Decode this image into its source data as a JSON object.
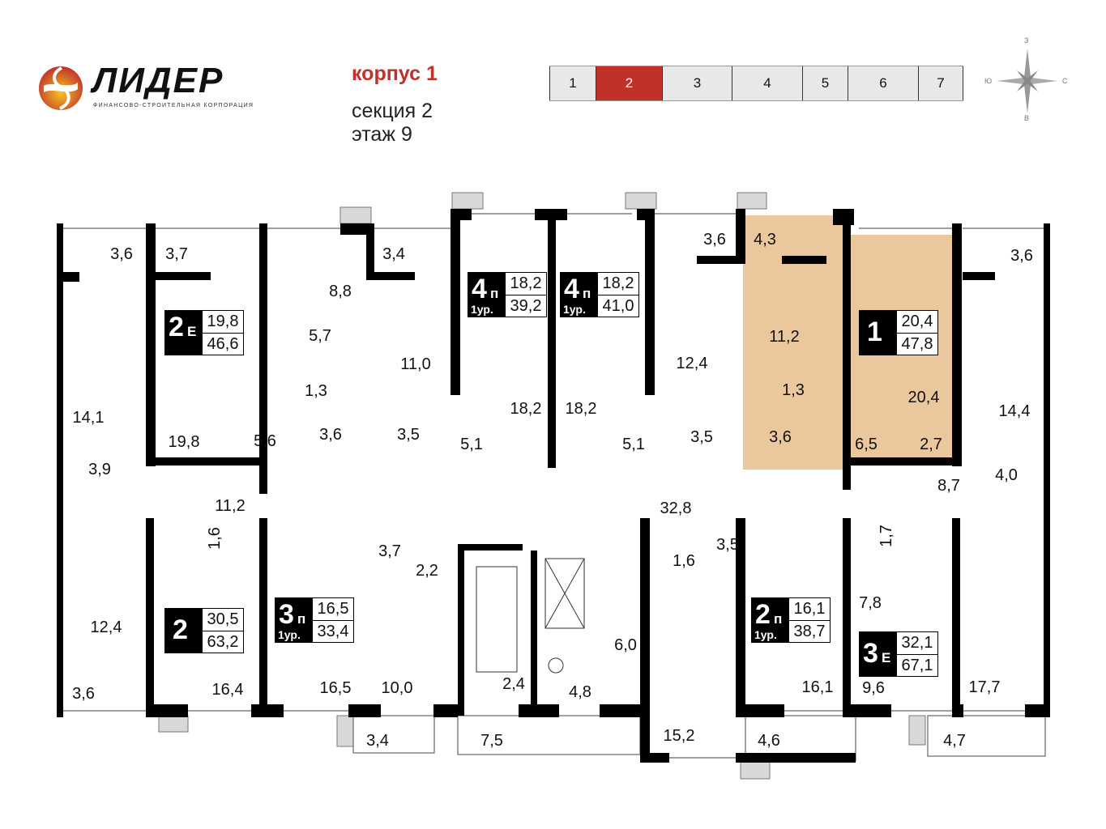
{
  "header": {
    "logo_name": "ЛИДЕР",
    "logo_subtitle": "ФИНАНСОВО-СТРОИТЕЛЬНАЯ КОРПОРАЦИЯ",
    "building": "корпус 1",
    "section": "секция 2",
    "floor": "этаж 9"
  },
  "section_map": {
    "sections": [
      "1",
      "2",
      "3",
      "4",
      "5",
      "6",
      "7"
    ],
    "active": "2",
    "active_color": "#c0312a"
  },
  "compass": {
    "north": "З",
    "south": "В",
    "west": "Ю",
    "east": "С"
  },
  "highlight_color": "#ebc79e",
  "apartments": [
    {
      "rooms": "2",
      "suffix": "Е",
      "level": "",
      "living": "19,8",
      "total": "46,6"
    },
    {
      "rooms": "4",
      "suffix": "п",
      "level": "1ур.",
      "living": "18,2",
      "total": "39,2"
    },
    {
      "rooms": "4",
      "suffix": "п",
      "level": "1ур.",
      "living": "18,2",
      "total": "41,0"
    },
    {
      "rooms": "1",
      "suffix": "",
      "level": "",
      "living": "20,4",
      "total": "47,8",
      "highlighted": true
    },
    {
      "rooms": "2",
      "suffix": "",
      "level": "",
      "living": "30,5",
      "total": "63,2"
    },
    {
      "rooms": "3",
      "suffix": "п",
      "level": "1ур.",
      "living": "16,5",
      "total": "33,4"
    },
    {
      "rooms": "2",
      "suffix": "п",
      "level": "1ур.",
      "living": "16,1",
      "total": "38,7"
    },
    {
      "rooms": "3",
      "suffix": "Е",
      "level": "",
      "living": "32,1",
      "total": "67,1"
    }
  ],
  "rooms": [
    "3,6",
    "3,7",
    "8,8",
    "5,7",
    "3,4",
    "11,0",
    "1,3",
    "3,6",
    "3,5",
    "14,1",
    "19,8",
    "5,6",
    "3,9",
    "5,1",
    "18,2",
    "18,2",
    "5,1",
    "3,6",
    "4,3",
    "12,4",
    "11,2",
    "1,3",
    "3,5",
    "3,6",
    "20,4",
    "6,5",
    "2,7",
    "3,6",
    "14,4",
    "4,0",
    "8,7",
    "11,2",
    "32,8",
    "1,6",
    "3,7",
    "2,2",
    "3,5",
    "1,6",
    "1,7",
    "7,8",
    "12,4",
    "6,0",
    "3,6",
    "16,4",
    "16,5",
    "10,0",
    "2,4",
    "4,8",
    "16,1",
    "9,6",
    "17,7",
    "3,4",
    "7,5",
    "15,2",
    "4,6",
    "4,7"
  ]
}
